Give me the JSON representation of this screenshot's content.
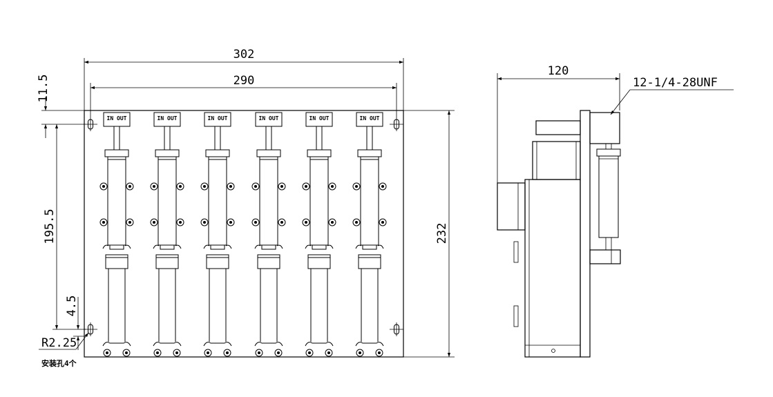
{
  "front_view": {
    "dims": {
      "overall_width": "302",
      "hole_spacing_width": "290",
      "top_offset": "11.5",
      "hole_spacing_height": "195.5",
      "bottom_offset": "4.5",
      "overall_height": "232"
    },
    "port_label": "IN OUT",
    "channel_count": 6,
    "hole_radius": "R2.25",
    "hole_note": "安装孔4个"
  },
  "side_view": {
    "depth": "120",
    "thread_spec": "12-1/4-28UNF"
  }
}
